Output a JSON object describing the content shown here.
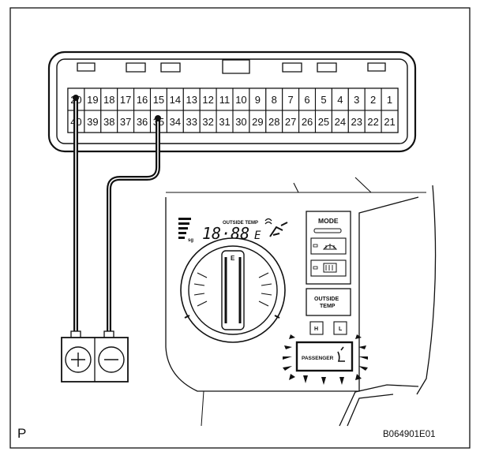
{
  "connector": {
    "top_row_pins": [
      "20",
      "19",
      "18",
      "17",
      "16",
      "15",
      "14",
      "13",
      "12",
      "11",
      "10",
      "9",
      "8",
      "7",
      "6",
      "5",
      "4",
      "3",
      "2",
      "1"
    ],
    "bottom_row_pins": [
      "40",
      "39",
      "38",
      "37",
      "36",
      "35",
      "34",
      "33",
      "32",
      "31",
      "30",
      "29",
      "28",
      "27",
      "26",
      "25",
      "24",
      "23",
      "22",
      "21"
    ]
  },
  "battery": {
    "positive_symbol": "+",
    "negative_symbol": "−"
  },
  "control_panel": {
    "lcd_temp": "18·88",
    "lcd_unit": "E",
    "outside_temp_caption": "OUTSIDE TEMP",
    "knob_mark": "E",
    "mode_label": "MODE",
    "outside_temp_button": [
      "OUTSIDE",
      "TEMP"
    ],
    "small_button_left": "H",
    "small_button_right": "L",
    "passenger_label": "PASSENGER"
  },
  "corner_letter": "P",
  "figure_code": "B064901E01"
}
